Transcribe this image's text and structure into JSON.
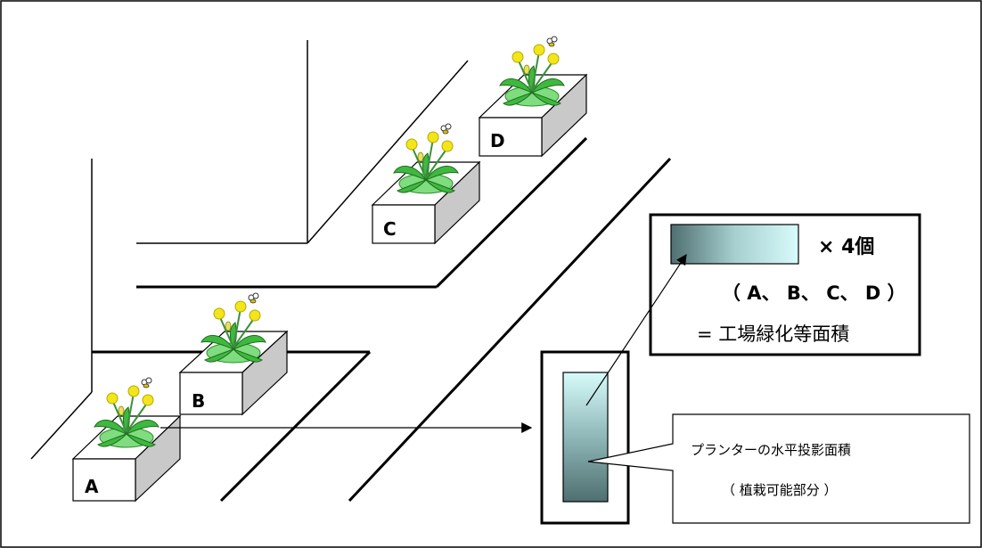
{
  "planters": [
    {
      "label": "A"
    },
    {
      "label": "B"
    },
    {
      "label": "C"
    },
    {
      "label": "D"
    }
  ],
  "legend": {
    "multiplier": "× 4個",
    "letters": "（ A、 B、 C、 D ）",
    "result": "= 工場緑化等面積"
  },
  "callout": {
    "line1": "プランターの水平投影面積",
    "line2": "（ 植栽可能部分 ）"
  },
  "colors": {
    "gradient_dark": "#4f6f70",
    "gradient_light": "#d8fbfb",
    "leaf": "#3fb83f",
    "flower": "#f2e61b",
    "box_side": "#c9c9c9"
  }
}
